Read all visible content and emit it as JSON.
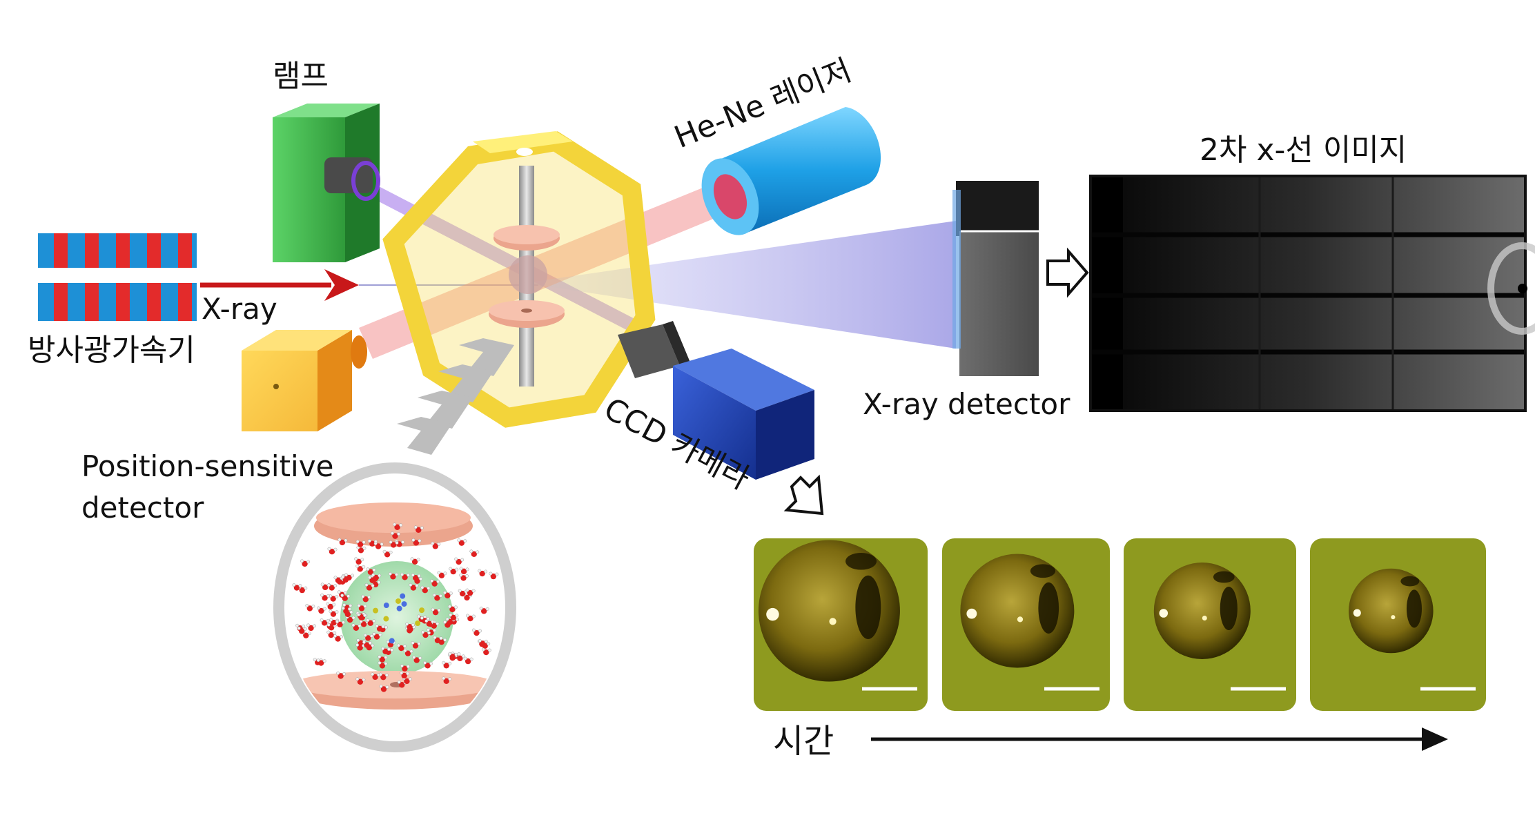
{
  "labels": {
    "lamp": "램프",
    "laser": "He-Ne 레이저",
    "xray_image": "2차 x-선 이미지",
    "xray": "X-ray",
    "accelerator": "방사광가속기",
    "detector": "X-ray detector",
    "psd_line1": "Position-sensitive",
    "psd_line2": "detector",
    "ccd": "CCD 카메라",
    "time": "시간"
  },
  "colors": {
    "lamp": "#3fb24a",
    "laser": "#1e9fe0",
    "ccd_camera": "#1d43b8",
    "frame": "#f3d43a",
    "psd": "#f2a030",
    "xray_arrow": "#c8181a",
    "electrode": "#eba58d",
    "droplet_bg": "#8e9a1f"
  },
  "droplets": [
    {
      "diameter_fraction": 0.82
    },
    {
      "diameter_fraction": 0.66
    },
    {
      "diameter_fraction": 0.56
    },
    {
      "diameter_fraction": 0.49
    }
  ]
}
